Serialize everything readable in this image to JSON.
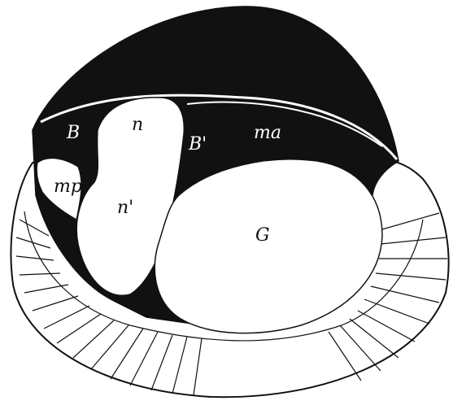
{
  "figure": {
    "labels": {
      "B": "B",
      "n": "n",
      "B_prime": "B'",
      "ma": "ma",
      "mp": "mp",
      "n_prime": "n'",
      "G": "G"
    },
    "colors": {
      "ink": "#111111",
      "paper": "#ffffff"
    }
  }
}
